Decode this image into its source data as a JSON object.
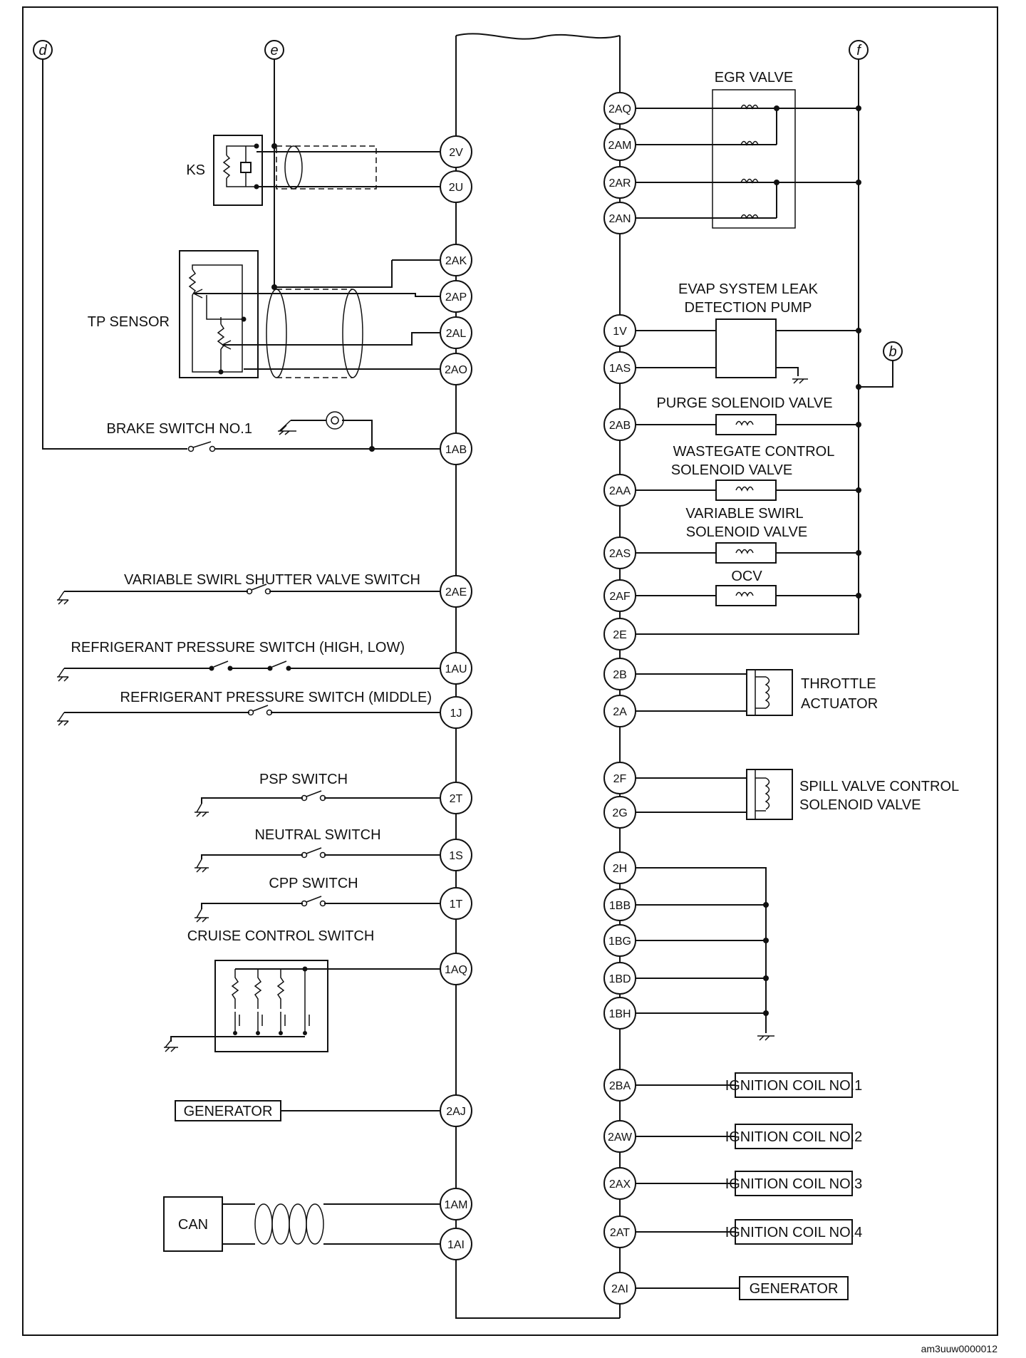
{
  "connectors": {
    "d": "d",
    "e": "e",
    "f": "f",
    "b": "b"
  },
  "left_components": {
    "ks": "KS",
    "tp_sensor": "TP SENSOR",
    "brake_switch": "BRAKE SWITCH NO.1",
    "swirl_shutter_switch": "VARIABLE SWIRL SHUTTER VALVE SWITCH",
    "refrig_high_low": "REFRIGERANT PRESSURE  SWITCH (HIGH, LOW)",
    "refrig_middle": "REFRIGERANT PRESSURE  SWITCH (MIDDLE)",
    "psp_switch": "PSP SWITCH",
    "neutral_switch": "NEUTRAL SWITCH",
    "cpp_switch": "CPP SWITCH",
    "cruise_switch": "CRUISE CONTROL SWITCH",
    "generator": "GENERATOR",
    "can": "CAN"
  },
  "right_components": {
    "egr_valve": "EGR VALVE",
    "evap_line1": "EVAP SYSTEM LEAK",
    "evap_line2": "DETECTION PUMP",
    "purge": "PURGE SOLENOID VALVE",
    "wastegate_line1": "WASTEGATE CONTROL",
    "wastegate_line2": "SOLENOID VALVE",
    "swirl_line1": "VARIABLE SWIRL",
    "swirl_line2": "SOLENOID VALVE",
    "ocv": "OCV",
    "throttle_line1": "THROTTLE",
    "throttle_line2": "ACTUATOR",
    "spill_line1": "SPILL VALVE CONTROL",
    "spill_line2": "SOLENOID VALVE",
    "ign1": "IGNITION COIL NO.1",
    "ign2": "IGNITION COIL NO.2",
    "ign3": "IGNITION COIL NO.3",
    "ign4": "IGNITION COIL NO.4",
    "generator": "GENERATOR"
  },
  "left_pins": {
    "p2V": "2V",
    "p2U": "2U",
    "p2AK": "2AK",
    "p2AP": "2AP",
    "p2AL": "2AL",
    "p2AO": "2AO",
    "p1AB": "1AB",
    "p2AE": "2AE",
    "p1AU": "1AU",
    "p1J": "1J",
    "p2T": "2T",
    "p1S": "1S",
    "p1T": "1T",
    "p1AQ": "1AQ",
    "p2AJ": "2AJ",
    "p1AM": "1AM",
    "p1AI": "1AI"
  },
  "right_pins": {
    "p2AQ": "2AQ",
    "p2AM": "2AM",
    "p2AR": "2AR",
    "p2AN": "2AN",
    "p1V": "1V",
    "p1AS": "1AS",
    "p2AB": "2AB",
    "p2AA": "2AA",
    "p2AS": "2AS",
    "p2AF": "2AF",
    "p2E": "2E",
    "p2B": "2B",
    "p2A": "2A",
    "p2F": "2F",
    "p2G": "2G",
    "p2H": "2H",
    "p1BB": "1BB",
    "p1BG": "1BG",
    "p1BD": "1BD",
    "p1BH": "1BH",
    "p2BA": "2BA",
    "p2AW": "2AW",
    "p2AX": "2AX",
    "p2AT": "2AT",
    "p2AI": "2AI"
  },
  "footer_code": "am3uuw0000012"
}
